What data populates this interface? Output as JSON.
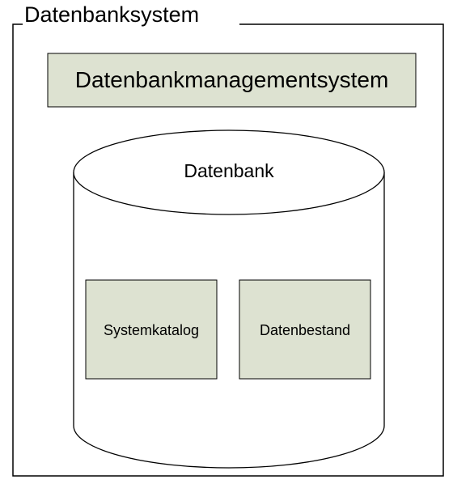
{
  "diagram": {
    "outer_label": "Datenbanksystem",
    "dbms_label": "Datenbankmanagementsystem",
    "database_label": "Datenbank",
    "catalog_label": "Systemkatalog",
    "data_label": "Datenbestand"
  },
  "colors": {
    "box_fill": "#dde2d1",
    "stroke": "#000000",
    "background": "#ffffff"
  }
}
